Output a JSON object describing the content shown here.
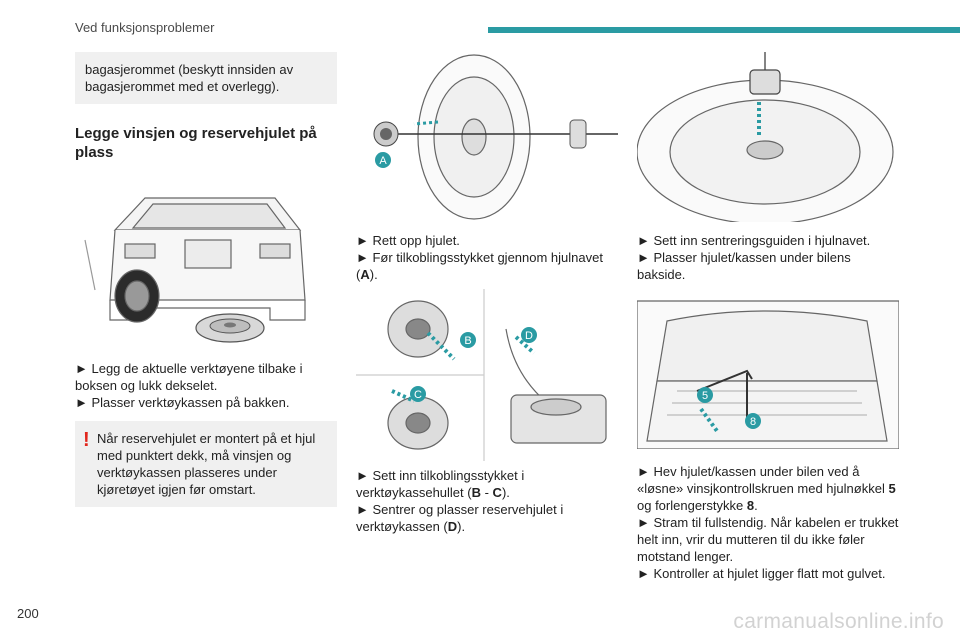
{
  "header": {
    "title": "Ved funksjonsproblemer",
    "accent_color": "#2a9ba3"
  },
  "footer": {
    "page_number": "200",
    "watermark": "carmanualsonline.info"
  },
  "col1": {
    "note": "bagasjerommet (beskytt innsiden av bagasjerommet med et overlegg).",
    "heading": "Legge vinsjen og reservehjulet på plass",
    "steps": [
      "► Legg de aktuelle verktøyene tilbake i boksen og lukk dekselet.",
      "► Plasser verktøykassen på bakken."
    ],
    "warning_line1": "Når reservehjulet er montert på et hjul",
    "warning_rest": "med punktert dekk, må vinsjen og verktøykassen plasseres under kjøretøyet igjen før omstart."
  },
  "col2": {
    "label_a": "A",
    "steps_top": [
      "► Rett opp hjulet.",
      "► Før tilkoblingsstykket gjennom hjulnavet ("
    ],
    "step2_bold": "A",
    "step2_end": ").",
    "label_b": "B",
    "label_c": "C",
    "label_d": "D",
    "step3_start": "► Sett inn tilkoblingsstykket i verktøykassehullet (",
    "step3_b": "B",
    "step3_mid": " - ",
    "step3_c": "C",
    "step3_end": ").",
    "step4_start": "► Sentrer og plasser reservehjulet i verktøykassen (",
    "step4_d": "D",
    "step4_end": ")."
  },
  "col3": {
    "steps_top": [
      "► Sett inn sentreringsguiden i hjulnavet.",
      "► Plasser hjulet/kassen under bilens bakside."
    ],
    "label_5": "5",
    "label_8": "8",
    "step_raise_start": "► Hev hjulet/kassen under bilen ved å «løsne» vinsjkontrollskruen med hjulnøkkel ",
    "step_raise_5": "5",
    "step_raise_mid": " og forlengerstykke ",
    "step_raise_8": "8",
    "step_raise_end": ".",
    "step_tighten": "► Stram til fullstendig. Når kabelen er trukket helt inn, vrir du mutteren til du ikke føler motstand lenger.",
    "step_check": "► Kontroller at hjulet ligger flatt mot gulvet."
  }
}
